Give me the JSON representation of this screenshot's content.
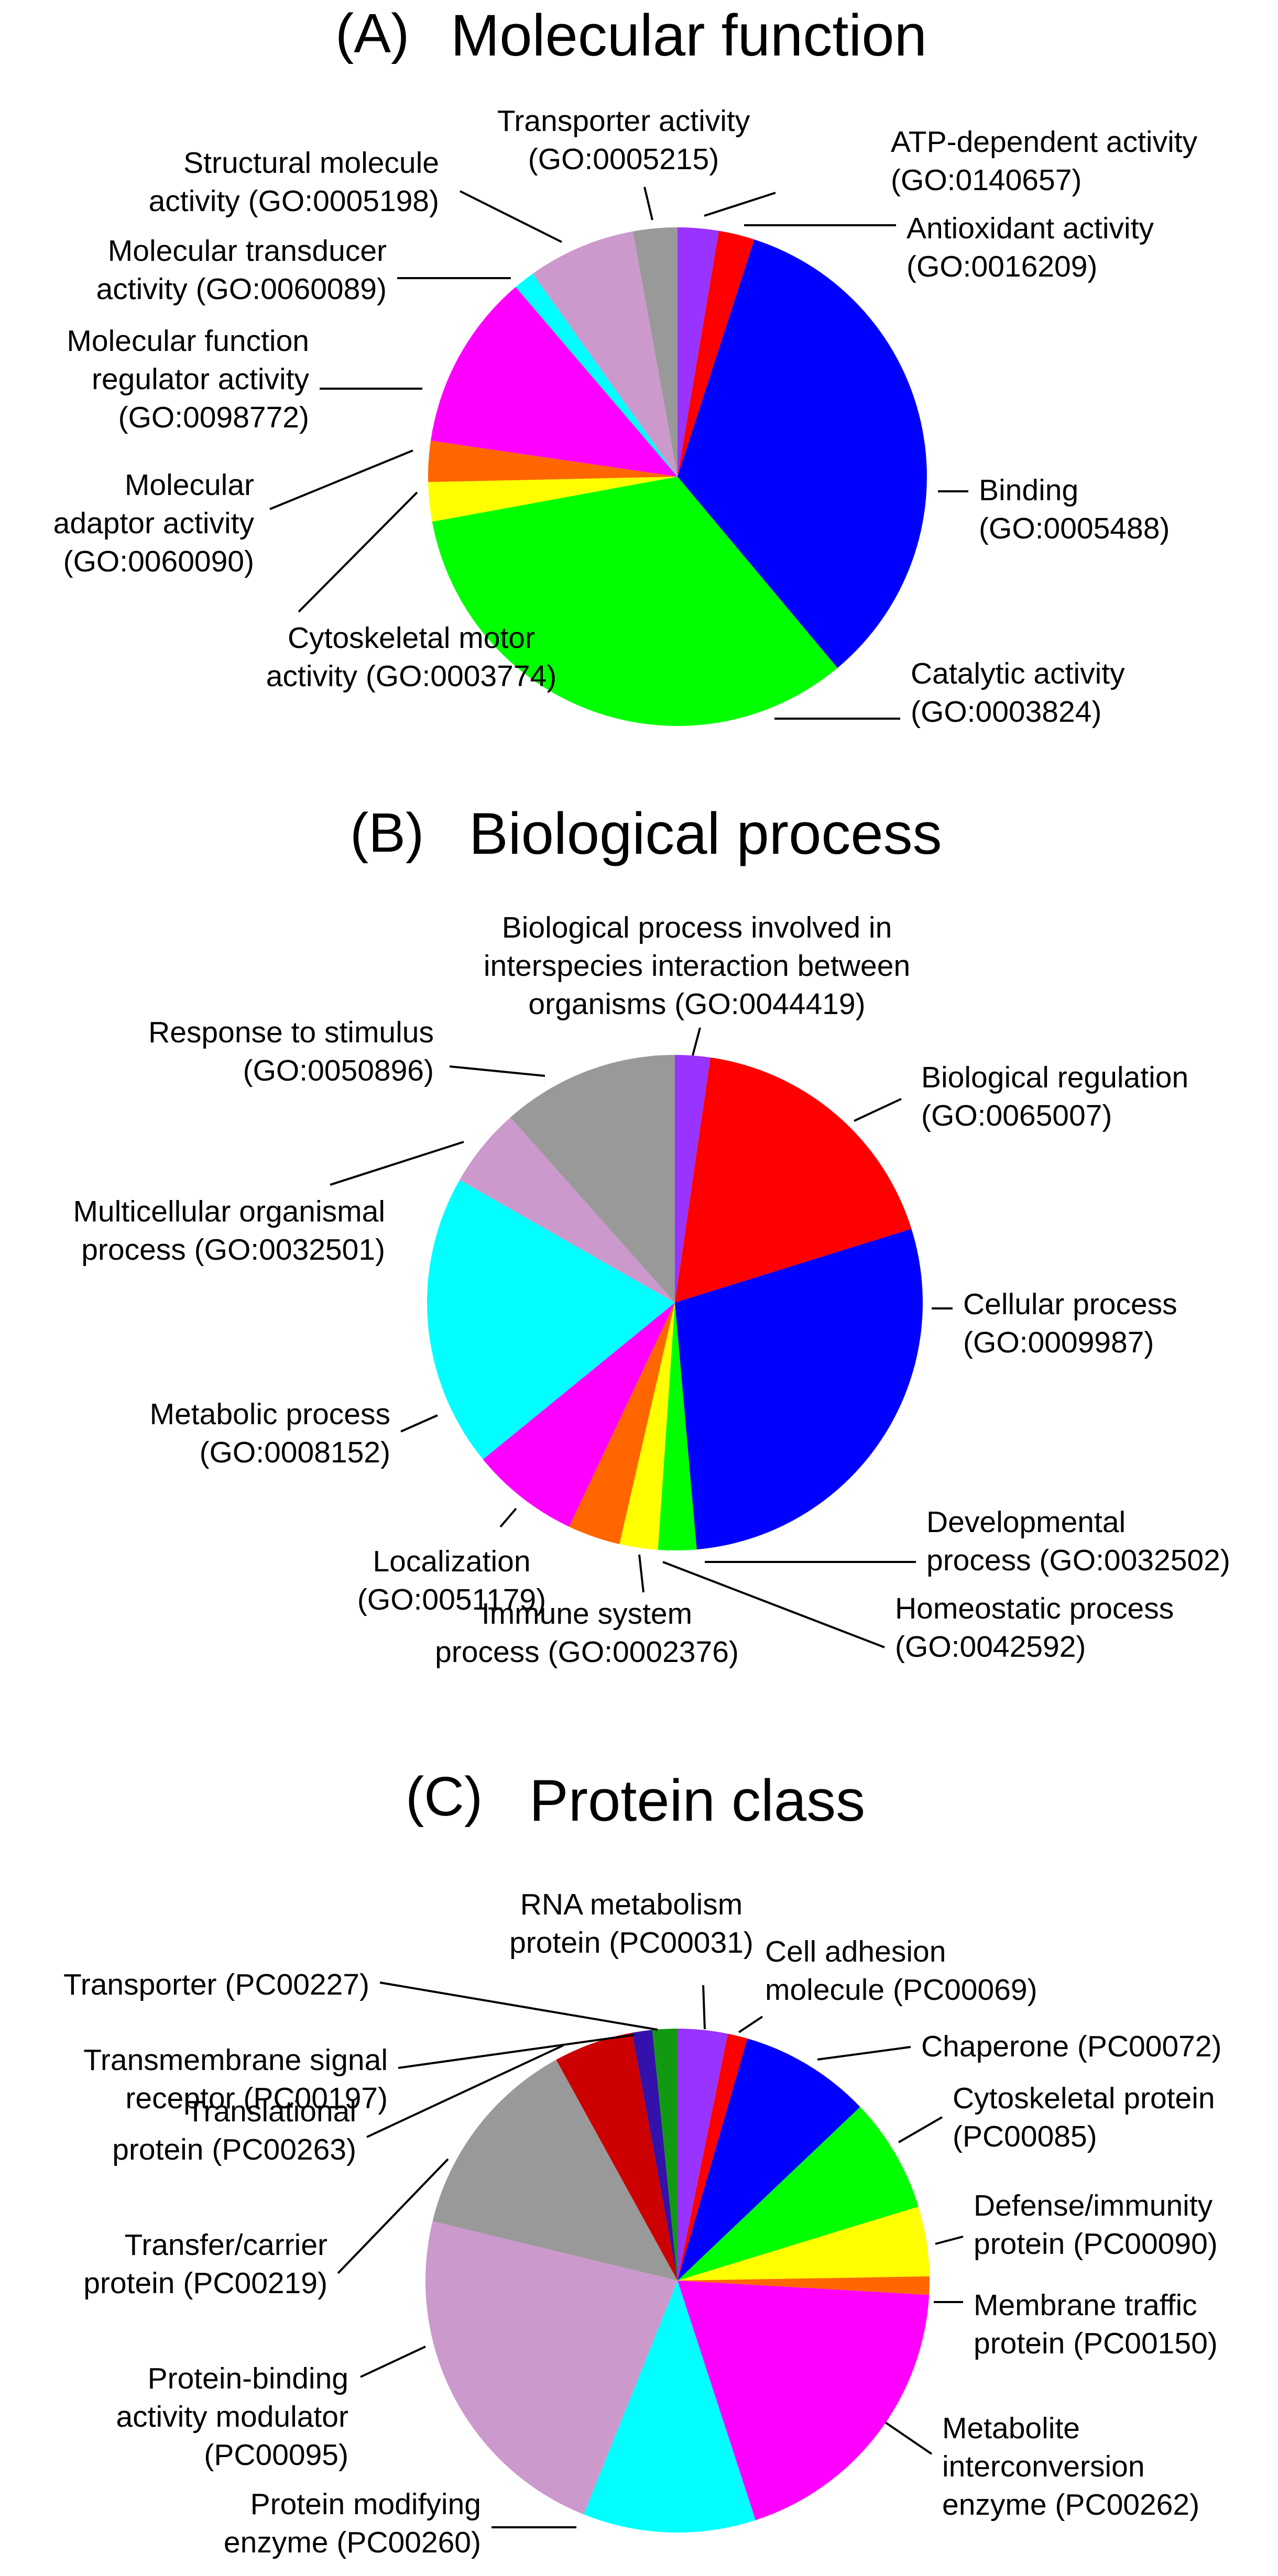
{
  "chart_data": [
    {
      "type": "pie",
      "panel": "(A)",
      "title": "Molecular function",
      "slices": [
        {
          "label": "ATP-dependent activity (GO:0140657)",
          "lines": [
            "ATP-dependent activity",
            "(GO:0140657)"
          ],
          "value": 2.5,
          "color": "#9933ff"
        },
        {
          "label": "Antioxidant activity (GO:0016209)",
          "lines": [
            "Antioxidant activity",
            "(GO:0016209)"
          ],
          "value": 2.2,
          "color": "#ff0000"
        },
        {
          "label": "Binding (GO:0005488)",
          "lines": [
            "Binding",
            "(GO:0005488)"
          ],
          "value": 32.0,
          "color": "#0000ff"
        },
        {
          "label": "Catalytic activity (GO:0003824)",
          "lines": [
            "Catalytic activity",
            "(GO:0003824)"
          ],
          "value": 31.3,
          "color": "#00ff00"
        },
        {
          "label": "Cytoskeletal motor activity (GO:0003774)",
          "lines": [
            "Cytoskeletal motor",
            "activity (GO:0003774)"
          ],
          "value": 2.4,
          "color": "#ffff00"
        },
        {
          "label": "Molecular adaptor activity (GO:0060090)",
          "lines": [
            "Molecular",
            "adaptor activity",
            "(GO:0060090)"
          ],
          "value": 2.5,
          "color": "#ff6600"
        },
        {
          "label": "Molecular function regulator activity (GO:0098772)",
          "lines": [
            "Molecular function",
            "regulator activity",
            "(GO:0098772)"
          ],
          "value": 10.8,
          "color": "#ff00ff"
        },
        {
          "label": "Molecular transducer activity (GO:0060089)",
          "lines": [
            "Molecular transducer",
            "activity (GO:0060089)"
          ],
          "value": 1.3,
          "color": "#00ffff"
        },
        {
          "label": "Structural molecule activity (GO:0005198)",
          "lines": [
            "Structural molecule",
            "activity (GO:0005198)"
          ],
          "value": 6.6,
          "color": "#cc99cc"
        },
        {
          "label": "Transporter activity (GO:0005215)",
          "lines": [
            "Transporter activity",
            "(GO:0005215)"
          ],
          "value": 2.7,
          "color": "#999999"
        }
      ]
    },
    {
      "type": "pie",
      "panel": "(B)",
      "title": "Biological process",
      "slices": [
        {
          "label": "Biological process involved in interspecies interaction between organisms (GO:0044419)",
          "lines": [
            "Biological process involved in",
            "interspecies interaction between",
            "organisms (GO:0044419)"
          ],
          "value": 2.2,
          "color": "#9933ff"
        },
        {
          "label": "Biological regulation (GO:0065007)",
          "lines": [
            "Biological regulation",
            "(GO:0065007)"
          ],
          "value": 17.2,
          "color": "#ff0000"
        },
        {
          "label": "Cellular process (GO:0009987)",
          "lines": [
            "Cellular process",
            "(GO:0009987)"
          ],
          "value": 27.3,
          "color": "#0000ff"
        },
        {
          "label": "Developmental process (GO:0032502)",
          "lines": [
            "Developmental",
            "process (GO:0032502)"
          ],
          "value": 2.4,
          "color": "#00ff00"
        },
        {
          "label": "Homeostatic process (GO:0042592)",
          "lines": [
            "Homeostatic process",
            "(GO:0042592)"
          ],
          "value": 2.4,
          "color": "#ffff00"
        },
        {
          "label": "Immune system process (GO:0002376)",
          "lines": [
            "Immune system",
            "process (GO:0002376)"
          ],
          "value": 3.3,
          "color": "#ff6600"
        },
        {
          "label": "Localization (GO:0051179)",
          "lines": [
            "Localization",
            "(GO:0051179)"
          ],
          "value": 6.8,
          "color": "#ff00ff"
        },
        {
          "label": "Metabolic process (GO:0008152)",
          "lines": [
            "Metabolic process",
            "(GO:0008152)"
          ],
          "value": 18.4,
          "color": "#00ffff"
        },
        {
          "label": "Multicellular organismal process (GO:0032501)",
          "lines": [
            "Multicellular organismal",
            "process (GO:0032501)"
          ],
          "value": 5.0,
          "color": "#cc99cc"
        },
        {
          "label": "Response to stimulus (GO:0050896)",
          "lines": [
            "Response to stimulus",
            "(GO:0050896)"
          ],
          "value": 11.1,
          "color": "#999999"
        }
      ]
    },
    {
      "type": "pie",
      "panel": "(C)",
      "title": "Protein class",
      "slices": [
        {
          "label": "RNA metabolism protein (PC00031)",
          "lines": [
            "RNA metabolism",
            "protein (PC00031)"
          ],
          "value": 3.0,
          "color": "#9933ff"
        },
        {
          "label": "Cell adhesion molecule (PC00069)",
          "lines": [
            "Cell adhesion",
            "molecule (PC00069)"
          ],
          "value": 1.2,
          "color": "#ff0000"
        },
        {
          "label": "Chaperone (PC00072)",
          "lines": [
            "Chaperone (PC00072)"
          ],
          "value": 7.9,
          "color": "#0000ff"
        },
        {
          "label": "Cytoskeletal protein (PC00085)",
          "lines": [
            "Cytoskeletal protein",
            "(PC00085)"
          ],
          "value": 6.9,
          "color": "#00ff00"
        },
        {
          "label": "Defense/immunity protein (PC00090)",
          "lines": [
            "Defense/immunity",
            "protein (PC00090)"
          ],
          "value": 4.2,
          "color": "#ffff00"
        },
        {
          "label": "Membrane traffic protein (PC00150)",
          "lines": [
            "Membrane traffic",
            "protein (PC00150)"
          ],
          "value": 1.1,
          "color": "#ff6600"
        },
        {
          "label": "Metabolite interconversion enzyme (PC00262)",
          "lines": [
            "Metabolite",
            "interconversion",
            "enzyme (PC00262)"
          ],
          "value": 17.9,
          "color": "#ff00ff"
        },
        {
          "label": "Protein modifying enzyme (PC00260)",
          "lines": [
            "Protein modifying",
            "enzyme (PC00260)"
          ],
          "value": 10.4,
          "color": "#00ffff"
        },
        {
          "label": "Protein-binding activity modulator (PC00095)",
          "lines": [
            "Protein-binding",
            "activity modulator",
            "(PC00095)"
          ],
          "value": 21.3,
          "color": "#cc99cc"
        },
        {
          "label": "Transfer/carrier protein (PC00219)",
          "lines": [
            "Transfer/carrier",
            "protein (PC00219)"
          ],
          "value": 12.4,
          "color": "#999999"
        },
        {
          "label": "Translational protein (PC00263)",
          "lines": [
            "Translational",
            "protein (PC00263)"
          ],
          "value": 4.8,
          "color": "#cc0000"
        },
        {
          "label": "Transmembrane signal receptor (PC00197)",
          "lines": [
            "Transmembrane signal",
            "receptor (PC00197)"
          ],
          "value": 1.2,
          "color": "#3311aa"
        },
        {
          "label": "Transporter (PC00227)",
          "lines": [
            "Transporter (PC00227)"
          ],
          "value": 1.5,
          "color": "#119911"
        }
      ]
    }
  ]
}
